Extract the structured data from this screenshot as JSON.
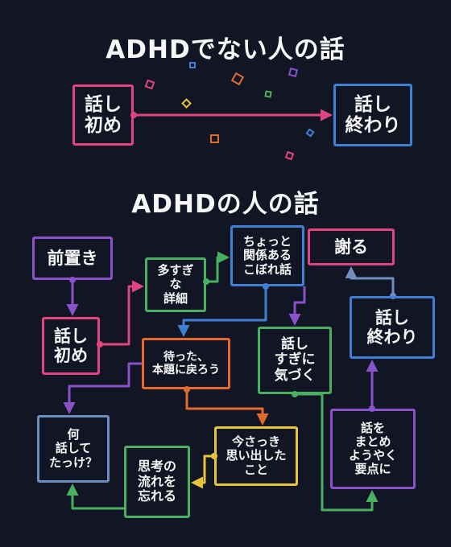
{
  "top": {
    "title": "ADHDでない人の話",
    "start": "話し\n初め",
    "end": "話し\n終わり"
  },
  "bottom": {
    "title": "ADHDの人の話",
    "preamble": "前置き",
    "start": "話し\n初め",
    "too_much_detail": "多すぎ\nな\n詳細",
    "tangent": "ちょっと\n関係ある\nこぼれ話",
    "apologize": "謝る",
    "wait": "待った、\n本題に戻ろう",
    "realize": "話し\nすぎに\n気づく",
    "end": "話し\n終わり",
    "what_was_i": "何\n話して\nたっけ？",
    "remembered": "今さっき\n思い出した\nこと",
    "lose_thread": "思考の\n流れを\n忘れる",
    "wrap_up": "話を\nまとめ\nようやく\n要点に"
  },
  "colors": {
    "background": "#121624",
    "pink": "#e0457f",
    "blue": "#3f7fd4",
    "purple": "#8a52c8",
    "green": "#48b060",
    "orange": "#e26a2c",
    "yellow": "#e7c43a",
    "steel": "#6f8ec0"
  }
}
